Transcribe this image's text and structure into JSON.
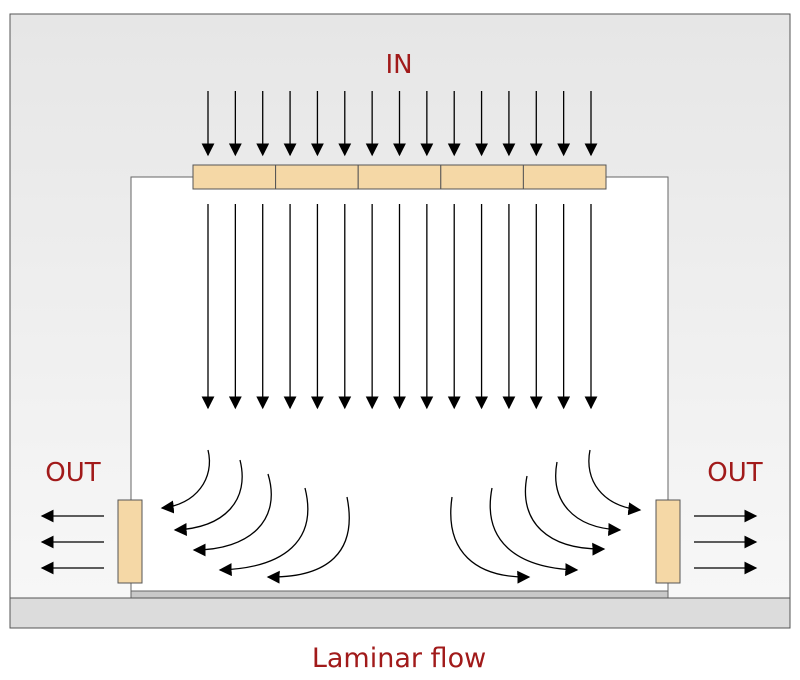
{
  "labels": {
    "inlet": "IN",
    "outlet_left": "OUT",
    "outlet_right": "OUT",
    "caption": "Laminar flow"
  },
  "colors": {
    "background": "#f4f4f4",
    "room": "#ffffff",
    "floor": "#d9d9d9",
    "filter": "#f5d8a6",
    "label": "#a11a1a",
    "arrow": "#000000"
  },
  "diagram": {
    "filter_panel_count": 5,
    "inflow_arrow_count": 15,
    "downflow_arrow_count": 15,
    "curved_arrows_per_side": 5,
    "outflow_arrows_per_side": 3
  }
}
